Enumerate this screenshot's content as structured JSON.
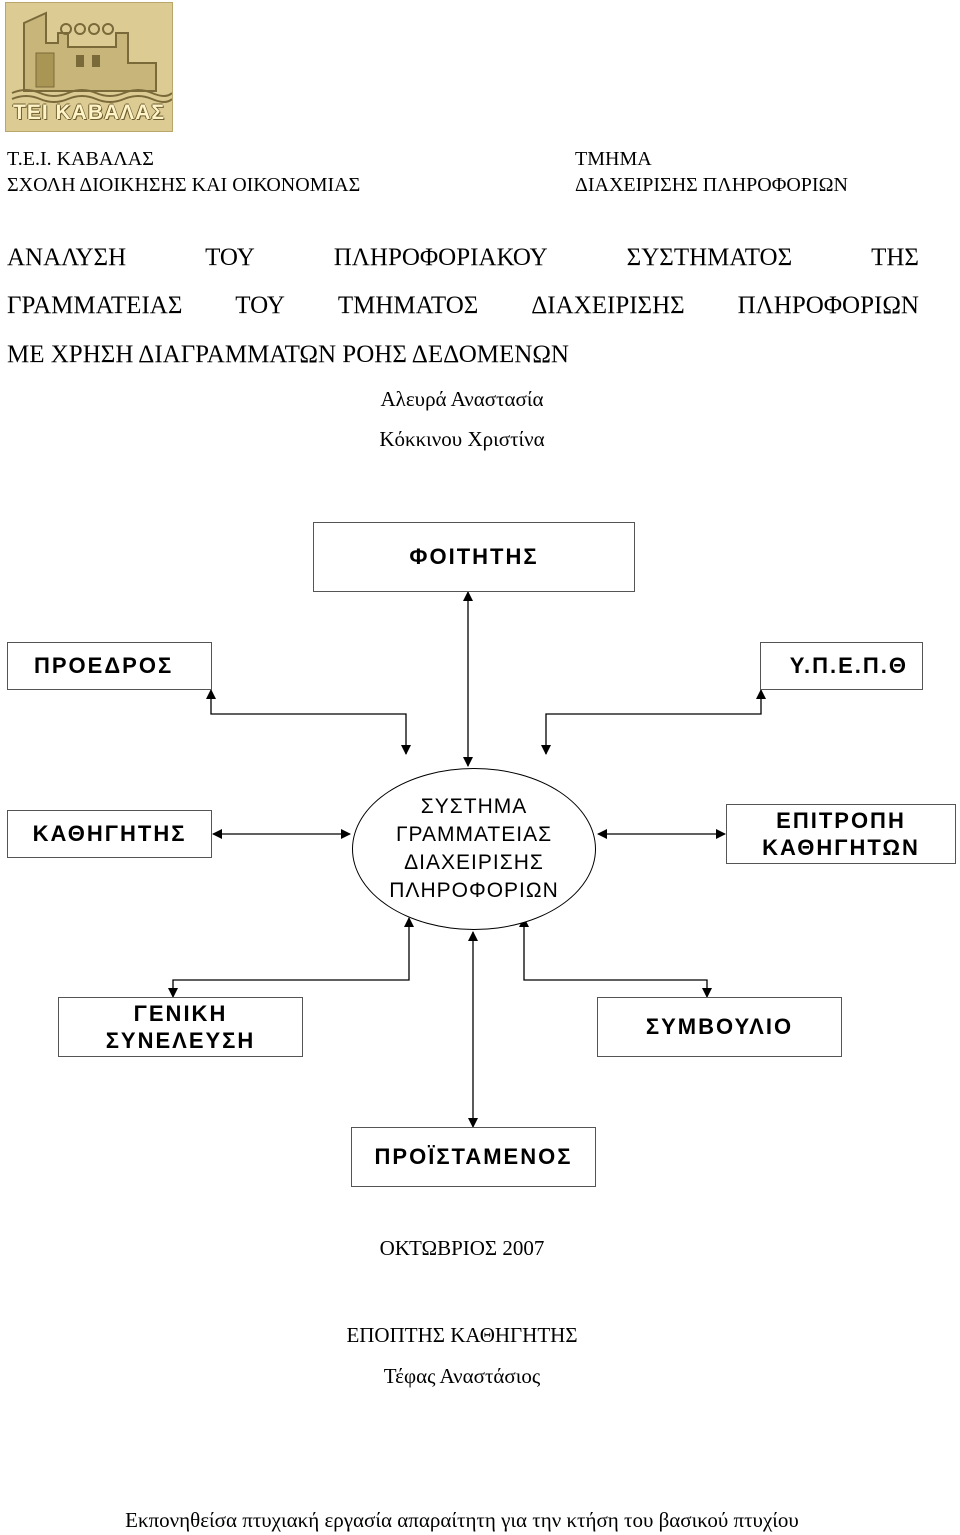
{
  "logo": {
    "text": "ΤΕΙ ΚΑΒΑΛΑΣ"
  },
  "header": {
    "left_line1": "Τ.Ε.Ι. ΚΑΒΑΛΑΣ",
    "left_line2": "ΣΧΟΛΗ ΔΙΟΙΚΗΣΗΣ ΚΑΙ ΟΙΚΟΝΟΜΙΑΣ",
    "right_line1": "ΤΜΗΜΑ",
    "right_line2": "ΔΙΑΧΕΙΡΙΣΗΣ ΠΛΗΡΟΦΟΡΙΩΝ"
  },
  "title": {
    "line1_words": [
      "ΑΝΑΛΥΣΗ",
      "ΤΟΥ",
      "ΠΛΗΡΟΦΟΡΙΑΚΟΥ",
      "ΣΥΣΤΗΜΑΤΟΣ",
      "ΤΗΣ"
    ],
    "line2_words": [
      "ΓΡΑΜΜΑΤΕΙΑΣ",
      "ΤΟΥ",
      "ΤΜΗΜΑΤΟΣ",
      "ΔΙΑΧΕΙΡΙΣΗΣ",
      "ΠΛΗΡΟΦΟΡΙΩΝ"
    ],
    "line3": "ΜΕ ΧΡΗΣΗ ΔΙΑΓΡΑΜΜΑΤΩΝ ΡΟΗΣ ΔΕΔΟΜΕΝΩΝ"
  },
  "authors": [
    "Αλευρά Αναστασία",
    "Κόκκινου Χριστίνα"
  ],
  "diagram": {
    "center": "ΣΥΣΤΗΜΑ\nΓΡΑΜΜΑΤΕΙΑΣ\nΔΙΑΧΕΙΡΙΣΗΣ\nΠΛΗΡΟΦΟΡΙΩΝ",
    "student": "ΦΟΙΤΗΤΗΣ",
    "president": "ΠΡΟΕΔΡΟΣ",
    "ministry": "Υ.Π.Ε.Π.Θ",
    "professor": "ΚΑΘΗΓΗΤΗΣ",
    "committee": "ΕΠΙΤΡΟΠΗ\nΚΑΘΗΓΗΤΩΝ",
    "assembly": "ΓΕΝΙΚΗ\nΣΥΝΕΛΕΥΣΗ",
    "council": "ΣΥΜΒΟΥΛΙΟ",
    "head": "ΠΡΟΪΣΤΑΜΕΝΟΣ"
  },
  "date": "ΟΚΤΩΒΡΙΟΣ 2007",
  "supervisor": {
    "label": "ΕΠΟΠΤΗΣ ΚΑΘΗΓΗΤΗΣ",
    "name": "Τέφας Αναστάσιος"
  },
  "footer": "Εκπονηθείσα πτυχιακή εργασία απαραίτητη για την κτήση του βασικού πτυχίου"
}
